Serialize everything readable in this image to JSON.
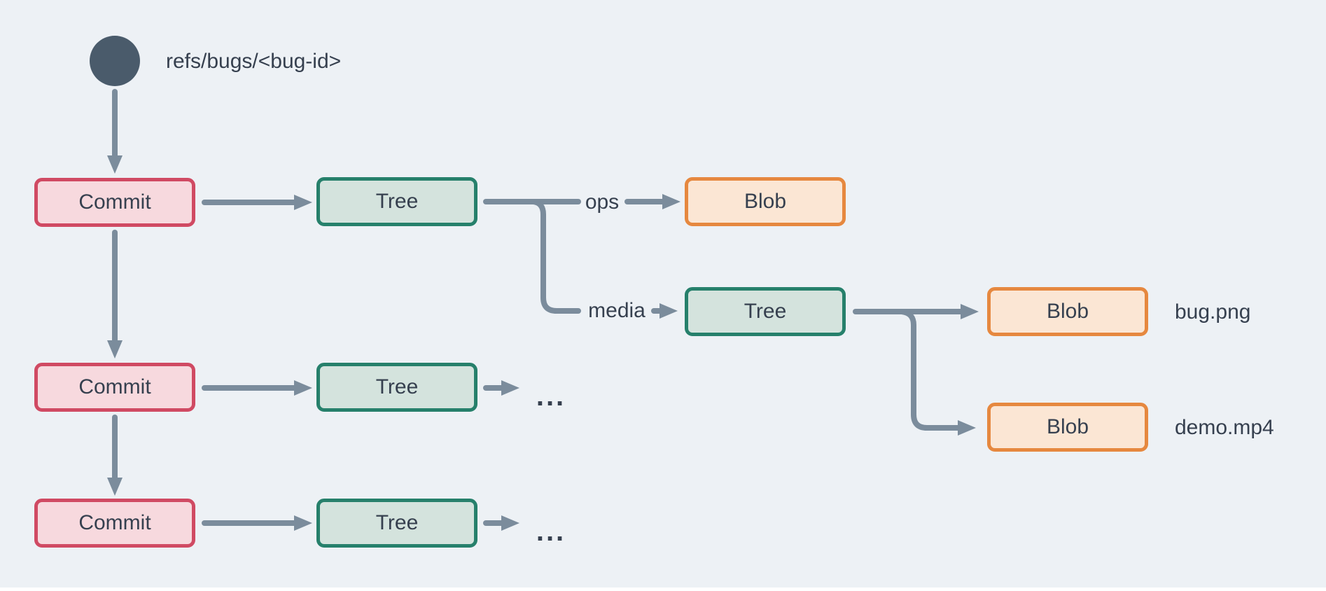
{
  "canvas": {
    "background": "#edf1f5",
    "bottom_strip_color": "#ffffff"
  },
  "colors": {
    "arrow": "#7b8c9c",
    "ref_circle": "#4a5b6b",
    "text": "#36404f",
    "commit_fill": "#f7d9de",
    "commit_border": "#d04a63",
    "tree_fill": "#d4e3dd",
    "tree_border": "#26806b",
    "blob_fill": "#fbe6d4",
    "blob_border": "#e6883f"
  },
  "ref": {
    "label": "refs/bugs/<bug-id>"
  },
  "commits": [
    {
      "label": "Commit"
    },
    {
      "label": "Commit"
    },
    {
      "label": "Commit"
    }
  ],
  "trees": [
    {
      "label": "Tree"
    },
    {
      "label": "Tree"
    },
    {
      "label": "Tree"
    },
    {
      "label": "Tree"
    }
  ],
  "blobs": [
    {
      "label": "Blob"
    },
    {
      "label": "Blob"
    },
    {
      "label": "Blob"
    }
  ],
  "edge_labels": {
    "ops": "ops",
    "media": "media"
  },
  "file_labels": {
    "bug_png": "bug.png",
    "demo_mp4": "demo.mp4"
  },
  "ellipsis": {
    "row2": "...",
    "row3": "..."
  }
}
